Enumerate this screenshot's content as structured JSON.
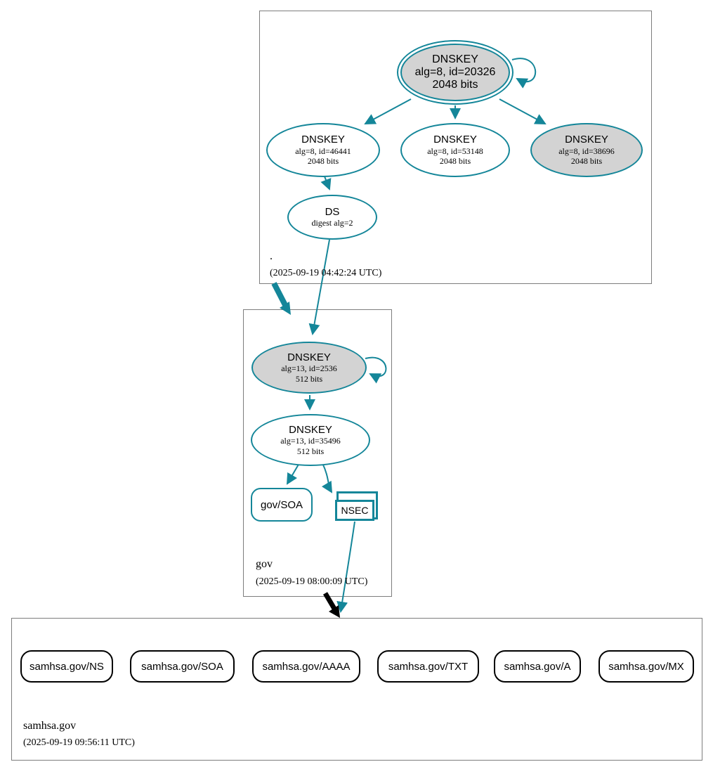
{
  "root_zone": {
    "label": ".",
    "timestamp": "(2025-09-19 04:42:24 UTC)",
    "nodes": {
      "ksk": {
        "title": "DNSKEY",
        "detail1": "alg=8, id=20326",
        "detail2": "2048 bits"
      },
      "zsk_left": {
        "title": "DNSKEY",
        "detail1": "alg=8, id=46441",
        "detail2": "2048 bits"
      },
      "zsk_mid": {
        "title": "DNSKEY",
        "detail1": "alg=8, id=53148",
        "detail2": "2048 bits"
      },
      "ksk_right": {
        "title": "DNSKEY",
        "detail1": "alg=8, id=38696",
        "detail2": "2048 bits"
      },
      "ds": {
        "title": "DS",
        "detail1": "digest alg=2"
      }
    }
  },
  "gov_zone": {
    "label": "gov",
    "timestamp": "(2025-09-19 08:00:09 UTC)",
    "nodes": {
      "ksk": {
        "title": "DNSKEY",
        "detail1": "alg=13, id=2536",
        "detail2": "512 bits"
      },
      "zsk": {
        "title": "DNSKEY",
        "detail1": "alg=13, id=35496",
        "detail2": "512 bits"
      },
      "soa": {
        "label": "gov/SOA"
      },
      "nsec": {
        "label": "NSEC"
      }
    }
  },
  "samhsa_zone": {
    "label": "samhsa.gov",
    "timestamp": "(2025-09-19 09:56:11 UTC)",
    "rrsets": [
      {
        "label": "samhsa.gov/NS"
      },
      {
        "label": "samhsa.gov/SOA"
      },
      {
        "label": "samhsa.gov/AAAA"
      },
      {
        "label": "samhsa.gov/TXT"
      },
      {
        "label": "samhsa.gov/A"
      },
      {
        "label": "samhsa.gov/MX"
      }
    ]
  },
  "colors": {
    "secure_teal": "#148699",
    "node_fill_gray": "#d3d3d3",
    "delegation_black": "#000000",
    "zone_box_border_gray": "#7d7d7d"
  }
}
